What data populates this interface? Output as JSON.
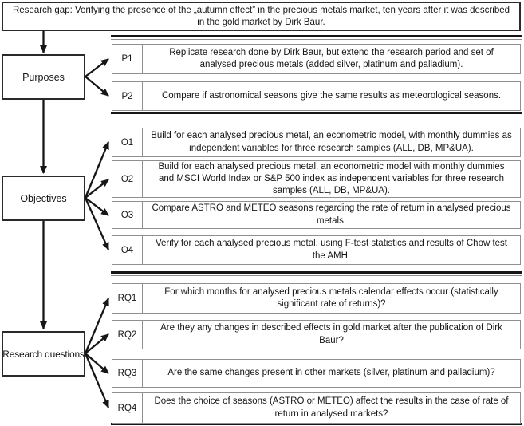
{
  "top_banner": {
    "text": "Research gap: Verifying the presence of the „autumn effect” in the precious metals market, ten years after it was described in the gold market by Dirk Baur."
  },
  "left_nodes": [
    {
      "label": "Purposes"
    },
    {
      "label": "Objectives"
    },
    {
      "label": "Research questions"
    }
  ],
  "sections": [
    {
      "name": "purposes",
      "rows": [
        {
          "id": "P1",
          "text": "Replicate research done by Dirk Baur, but extend the research period and set of analysed precious metals (added silver, platinum and palladium)."
        },
        {
          "id": "P2",
          "text": "Compare if astronomical seasons give the same results as meteorological seasons."
        }
      ]
    },
    {
      "name": "objectives",
      "rows": [
        {
          "id": "O1",
          "text": "Build for each analysed precious metal, an econometric model, with monthly dummies as independent variables for three research samples (ALL, DB, MP&UA)."
        },
        {
          "id": "O2",
          "text": "Build for each analysed precious metal, an econometric model with monthly dummies and MSCI World Index or S&P 500 index as independent variables for three research samples (ALL, DB, MP&UA)."
        },
        {
          "id": "O3",
          "text": "Compare ASTRO and METEO seasons regarding the rate of return in analysed precious metals."
        },
        {
          "id": "O4",
          "text": "Verify for each analysed precious metal, using F-test statistics and results of Chow test the AMH."
        }
      ]
    },
    {
      "name": "research_questions",
      "rows": [
        {
          "id": "RQ1",
          "text": "For which months for analysed precious metals calendar effects occur (statistically significant rate of returns)?"
        },
        {
          "id": "RQ2",
          "text": "Are they any changes in described effects in gold market after the publication of Dirk Baur?"
        },
        {
          "id": "RQ3",
          "text": "Are the same changes present in other markets (silver, platinum and palladium)?"
        },
        {
          "id": "RQ4",
          "text": "Does the choice of seasons (ASTRO or METEO) affect the results in the case of rate of return in analysed markets?"
        }
      ]
    }
  ],
  "colors": {
    "border_dark": "#2a2a2a",
    "border_light": "#8f8f8f",
    "text": "#161616",
    "background": "#ffffff"
  }
}
